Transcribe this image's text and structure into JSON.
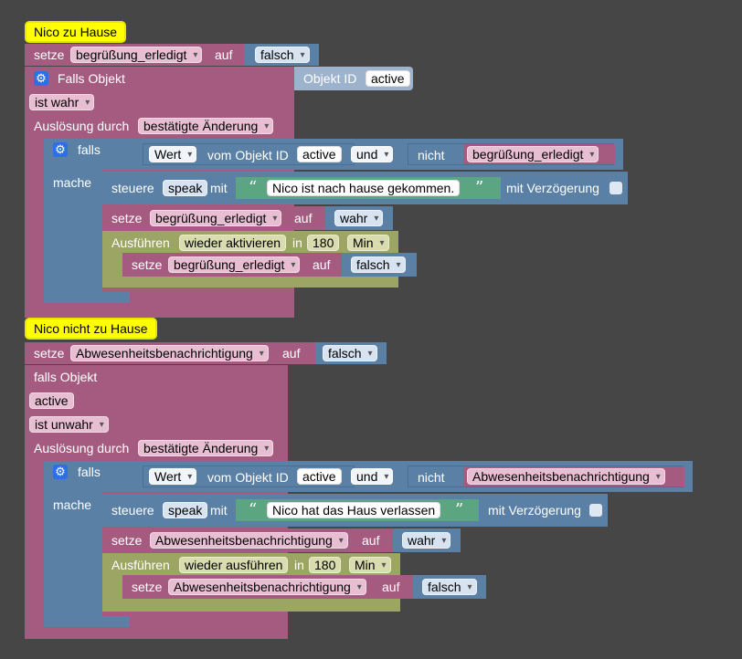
{
  "colors": {
    "canvas": "#464646",
    "pink": "#a55b80",
    "blue": "#5b80a5",
    "green": "#5ba580",
    "olive": "#9da565",
    "comment": "#ffff00"
  },
  "s1": {
    "comment": "Nico zu Hause",
    "setze": "setze",
    "var1": "begrüßung_erledigt",
    "auf": "auf",
    "val1": "falsch",
    "gear": "⚙",
    "falls_objekt": "Falls Objekt",
    "objekt_id_label": "Objekt ID",
    "objekt_id": "active",
    "cond": "ist wahr",
    "ausloesung": "Auslösung durch",
    "trigger": "bestätigte Änderung",
    "falls": "falls",
    "wert": "Wert",
    "vom_objekt": "vom Objekt ID",
    "obj_active": "active",
    "und": "und",
    "nicht": "nicht",
    "var2": "begrüßung_erledigt",
    "mache": "mache",
    "steuere": "steuere",
    "speak": "speak",
    "mit": "mit",
    "text": "Nico ist nach hause gekommen.",
    "verzoegerung": "mit Verzögerung",
    "setze2": "setze",
    "var3": "begrüßung_erledigt",
    "auf2": "auf",
    "val2": "wahr",
    "ausfuehren": "Ausführen",
    "wieder": "wieder aktivieren",
    "in": "in",
    "num": "180",
    "unit": "Min",
    "setze3": "setze",
    "var4": "begrüßung_erledigt",
    "auf3": "auf",
    "val3": "falsch"
  },
  "s2": {
    "comment": "Nico nicht zu Hause",
    "setze": "setze",
    "var1": "Abwesenheitsbenachrichtigung",
    "auf": "auf",
    "val1": "falsch",
    "falls_objekt": "falls Objekt",
    "objekt_id": "active",
    "cond": "ist unwahr",
    "ausloesung": "Auslösung durch",
    "trigger": "bestätigte Änderung",
    "gear": "⚙",
    "falls": "falls",
    "wert": "Wert",
    "vom_objekt": "vom Objekt ID",
    "obj_active": "active",
    "und": "und",
    "nicht": "nicht",
    "var2": "Abwesenheitsbenachrichtigung",
    "mache": "mache",
    "steuere": "steuere",
    "speak": "speak",
    "mit": "mit",
    "text": "Nico hat das Haus verlassen",
    "verzoegerung": "mit Verzögerung",
    "setze2": "setze",
    "var3": "Abwesenheitsbenachrichtigung",
    "auf2": "auf",
    "val2": "wahr",
    "ausfuehren": "Ausführen",
    "wieder": "wieder ausführen",
    "in": "in",
    "num": "180",
    "unit": "Min",
    "setze3": "setze",
    "var4": "Abwesenheitsbenachrichtigung",
    "auf3": "auf",
    "val3": "falsch"
  }
}
